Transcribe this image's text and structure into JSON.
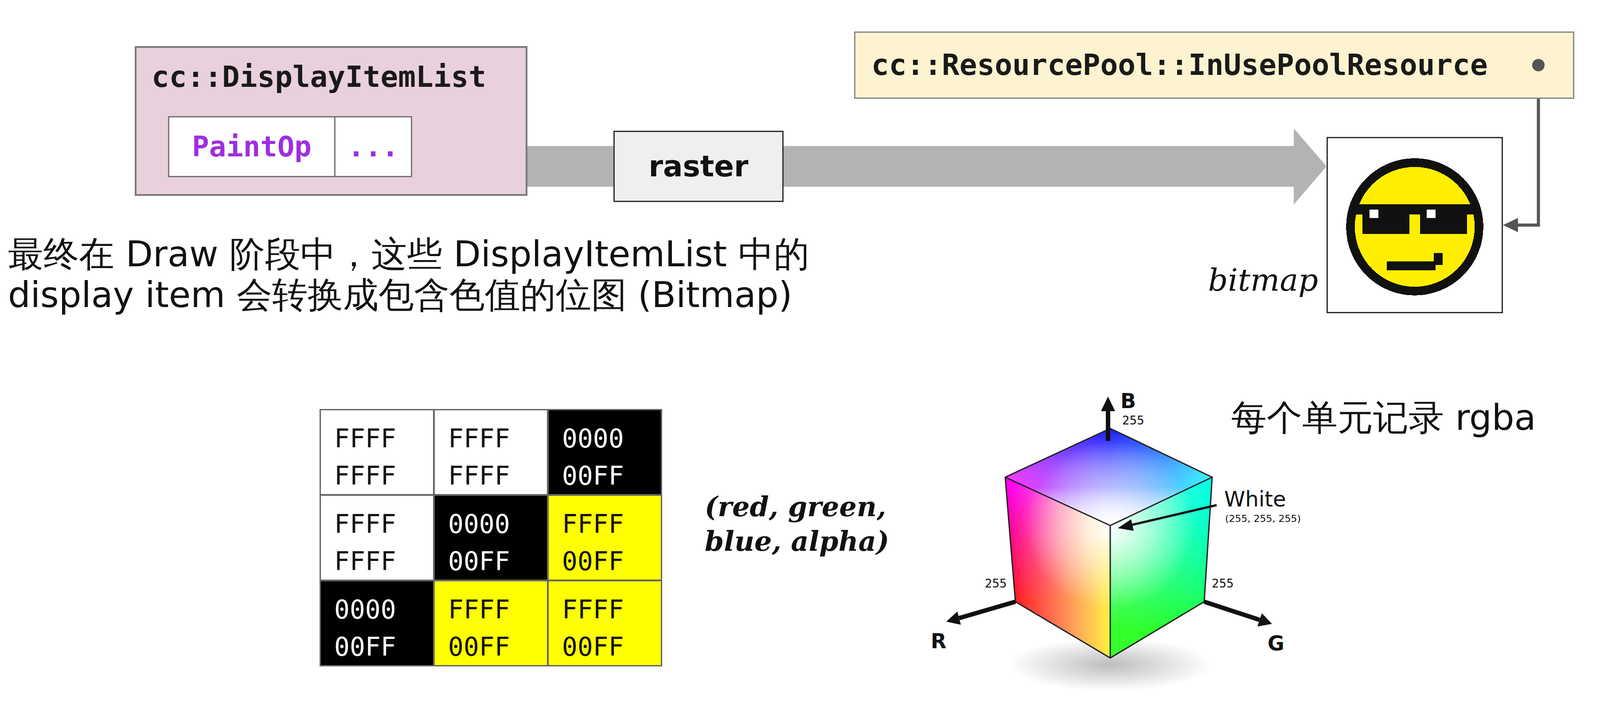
{
  "diagram": {
    "nodes": [
      {
        "text": [
          "cc::DisplayItemList"
        ]
      },
      {
        "text": [
          "PaintOp"
        ],
        "in": 0
      },
      {
        "text": [
          "..."
        ],
        "in": 0
      },
      {
        "text": [
          "raster"
        ]
      },
      {
        "text": [
          "cc::ResourcePool::InUsePoolResource"
        ]
      },
      {
        "text": [
          "bitmap"
        ]
      }
    ],
    "edges": [
      {
        "from": 0,
        "to": 3,
        "arrow": "none"
      },
      {
        "from": 3,
        "to": 5,
        "arrow": "to"
      },
      {
        "from": 4,
        "to": 5,
        "arrow": "to"
      }
    ],
    "labels": [
      "最终在 Draw 阶段中，这些 DisplayItemList 中的 display item 会转换成包含色值的位图 (Bitmap)",
      "FFFF FFFF",
      "FFFF FFFF",
      "0000 00FF",
      "FFFF FFFF",
      "0000 00FF",
      "FFFF 00FF",
      "0000 00FF",
      "FFFF 00FF",
      "FFFF 00FF",
      "(red, green, blue, alpha)",
      "B",
      "255",
      "White",
      "(255, 255, 255)",
      "255",
      "R",
      "255",
      "G",
      "每个单元记录 rgba"
    ]
  }
}
